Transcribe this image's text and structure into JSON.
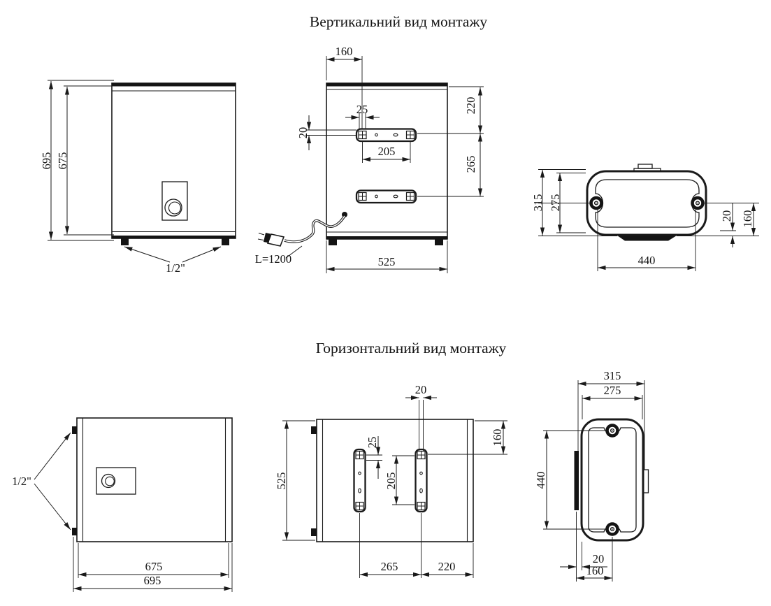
{
  "page": {
    "background": "#ffffff",
    "line_color": "#1a1a1a"
  },
  "sections": {
    "vertical": {
      "title": "Вертикальний вид монтажу",
      "front_view": {
        "overall_height": "695",
        "body_height": "675",
        "pipe_thread": "1/2\""
      },
      "back_view": {
        "bracket_from_left": "160",
        "slot_width": "25",
        "hole_offset": "20",
        "hole_spacing": "205",
        "top_to_bracket": "220",
        "bracket_gap": "265",
        "overall_width": "525",
        "cable_length": "L=1200"
      },
      "top_view": {
        "overall_depth": "315",
        "body_depth": "275",
        "wall_gap": "20",
        "hole_to_back": "160",
        "hole_spacing": "440"
      }
    },
    "horizontal": {
      "title": "Горизонтальний вид монтажу",
      "front_view": {
        "body_length": "675",
        "overall_length": "695",
        "pipe_thread": "1/2\""
      },
      "back_view": {
        "hole_offset": "20",
        "slot_width": "25",
        "hole_spacing": "205",
        "edge_to_hole": "160",
        "overall_height": "525",
        "bracket_gap": "265",
        "bracket_to_edge": "220"
      },
      "side_view": {
        "overall_depth": "315",
        "body_depth": "275",
        "hole_spacing": "440",
        "wall_gap": "20",
        "edge_to_hole": "160"
      }
    }
  }
}
